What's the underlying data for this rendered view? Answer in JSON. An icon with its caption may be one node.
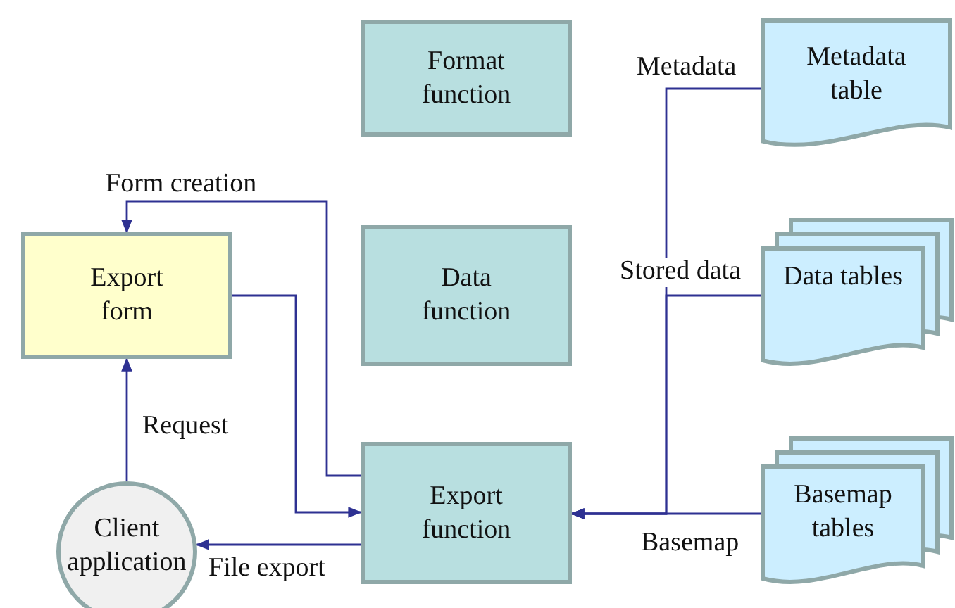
{
  "diagram": {
    "nodes": [
      {
        "text": [
          "Format function"
        ]
      },
      {
        "text": [
          "Export form"
        ]
      },
      {
        "text": [
          "Data function"
        ]
      },
      {
        "text": [
          "Client application"
        ]
      },
      {
        "text": [
          "Export function"
        ]
      },
      {
        "text": [
          "Metadata table"
        ]
      },
      {
        "text": [
          "Data tables"
        ]
      },
      {
        "text": [
          "Basemap tables"
        ]
      }
    ],
    "edges": [
      {
        "from": 4,
        "to": 1,
        "arrow": "to",
        "label": "Form creation"
      },
      {
        "from": 3,
        "to": 1,
        "arrow": "to",
        "label": "Request"
      },
      {
        "from": 1,
        "to": 4,
        "arrow": "to"
      },
      {
        "from": 4,
        "to": 3,
        "arrow": "to",
        "label": "File export"
      },
      {
        "from": 5,
        "to": 4,
        "arrow": "to",
        "label": "Metadata"
      },
      {
        "from": 6,
        "to": 4,
        "arrow": "to",
        "label": "Stored data"
      },
      {
        "from": 7,
        "to": 4,
        "arrow": "to",
        "label": "Basemap"
      }
    ]
  }
}
